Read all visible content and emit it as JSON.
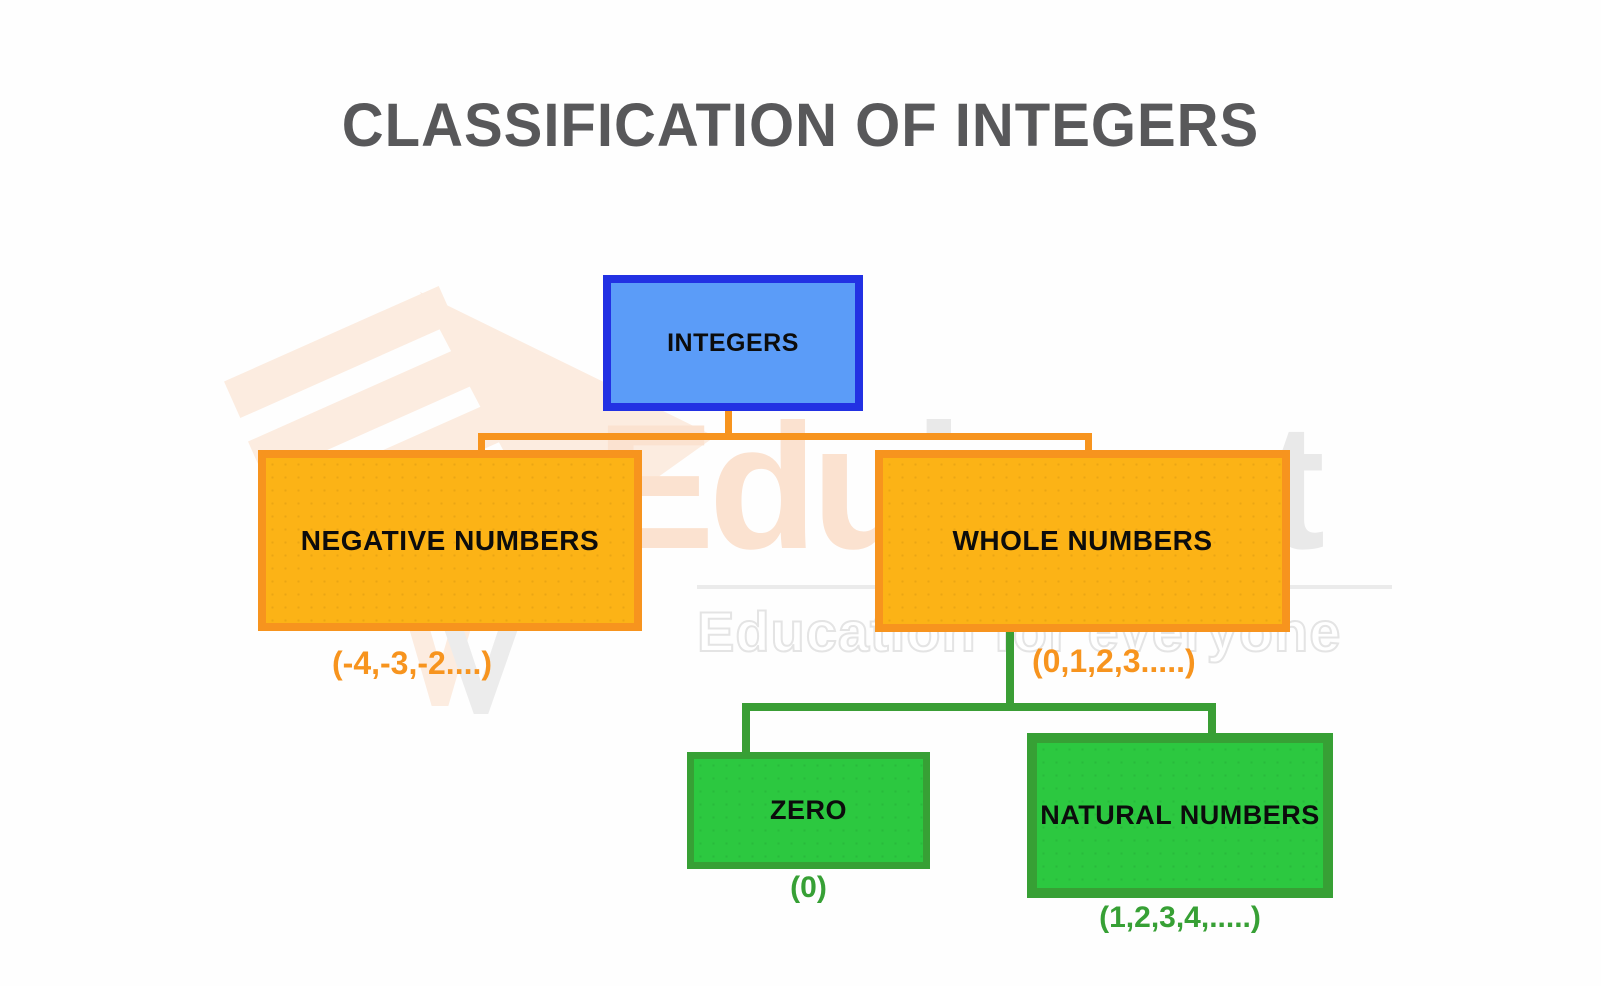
{
  "title": "CLASSIFICATION OF INTEGERS",
  "nodes": {
    "integers": {
      "label": "INTEGERS"
    },
    "negative_numbers": {
      "label": "NEGATIVE NUMBERS",
      "caption": "(-4,-3,-2....)"
    },
    "whole_numbers": {
      "label": "WHOLE NUMBERS",
      "caption": "(0,1,2,3.....)"
    },
    "zero": {
      "label": "ZERO",
      "caption": "(0)"
    },
    "natural_numbers": {
      "label": "NATURAL NUMBERS",
      "caption": "(1,2,3,4,.....)"
    }
  },
  "watermark": {
    "brand_edu": "Edu",
    "brand_input": "input",
    "tagline": "Education for everyone"
  },
  "colors": {
    "integers_fill": "#5b9cf8",
    "integers_border": "#2231e3",
    "level2_fill": "#fcb316",
    "level2_border": "#f7941e",
    "level3_fill": "#2cc840",
    "level3_border": "#37a035",
    "connector_orange": "#f7941e",
    "connector_green": "#3a9e35",
    "title_text": "#58585a",
    "caption_orange": "#f7941e",
    "caption_green": "#37a035",
    "watermark_peach": "#fbe2d0",
    "watermark_gray": "#e9e9e9"
  }
}
